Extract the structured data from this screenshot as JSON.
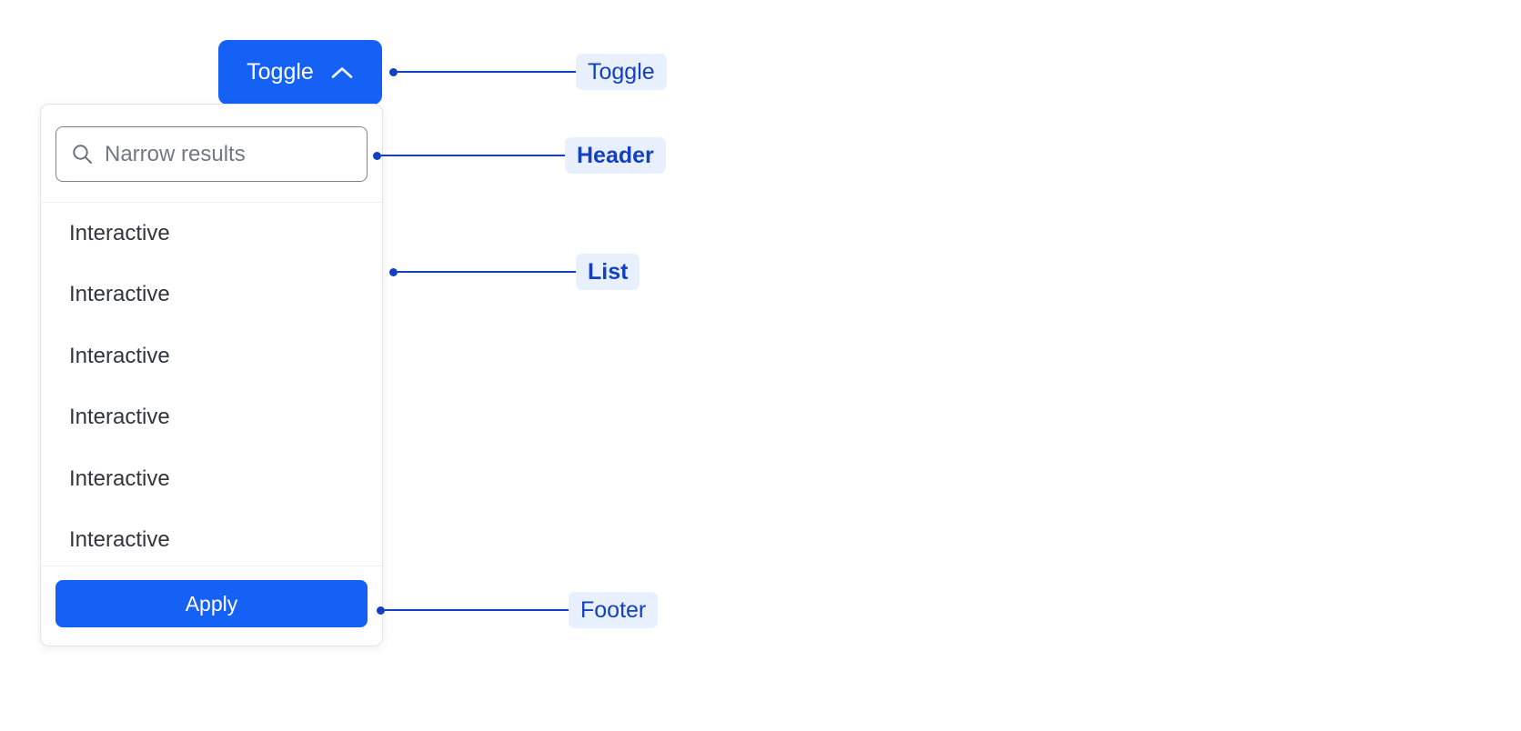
{
  "toggle": {
    "label": "Toggle",
    "icon": "chevron-up-icon",
    "expanded": true,
    "background_color": "#1560f5",
    "text_color": "#ffffff"
  },
  "dropdown": {
    "header": {
      "search": {
        "icon": "search-icon",
        "placeholder": "Narrow results",
        "value": ""
      }
    },
    "list": {
      "items": [
        {
          "label": "Interactive"
        },
        {
          "label": "Interactive"
        },
        {
          "label": "Interactive"
        },
        {
          "label": "Interactive"
        },
        {
          "label": "Interactive"
        },
        {
          "label": "Interactive"
        }
      ]
    },
    "footer": {
      "apply_label": "Apply",
      "apply_background_color": "#1560f5",
      "apply_text_color": "#ffffff"
    },
    "border_color": "#e3e4e8",
    "divider_color": "#eceef1"
  },
  "annotations": {
    "accent_color": "#1240c0",
    "pill_background_color": "#e9f0fd",
    "items": [
      {
        "label": "Toggle",
        "bold": false
      },
      {
        "label": "Header",
        "bold": true
      },
      {
        "label": "List",
        "bold": true
      },
      {
        "label": "Footer",
        "bold": false
      }
    ]
  }
}
